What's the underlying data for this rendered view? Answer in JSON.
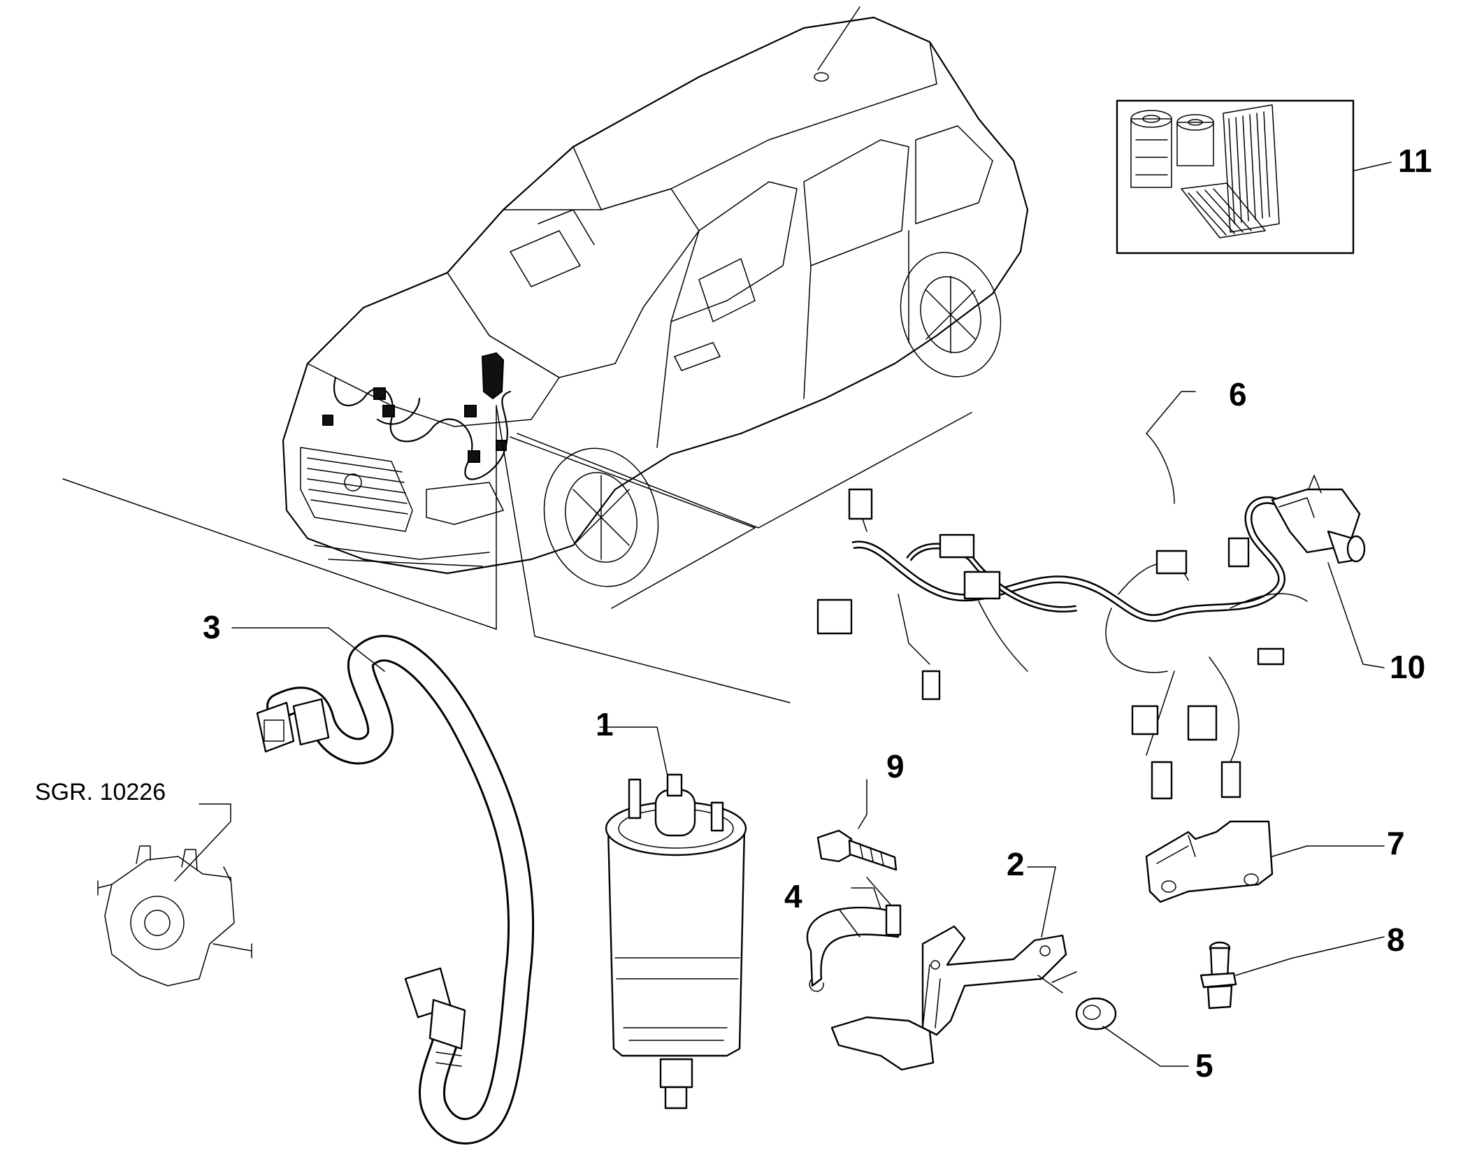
{
  "callouts": {
    "p1": "1",
    "p2": "2",
    "p3": "3",
    "p4": "4",
    "p5": "5",
    "p6": "6",
    "p7": "7",
    "p8": "8",
    "p9": "9",
    "p10": "10",
    "p11": "11"
  },
  "reference": "SGR. 10226"
}
